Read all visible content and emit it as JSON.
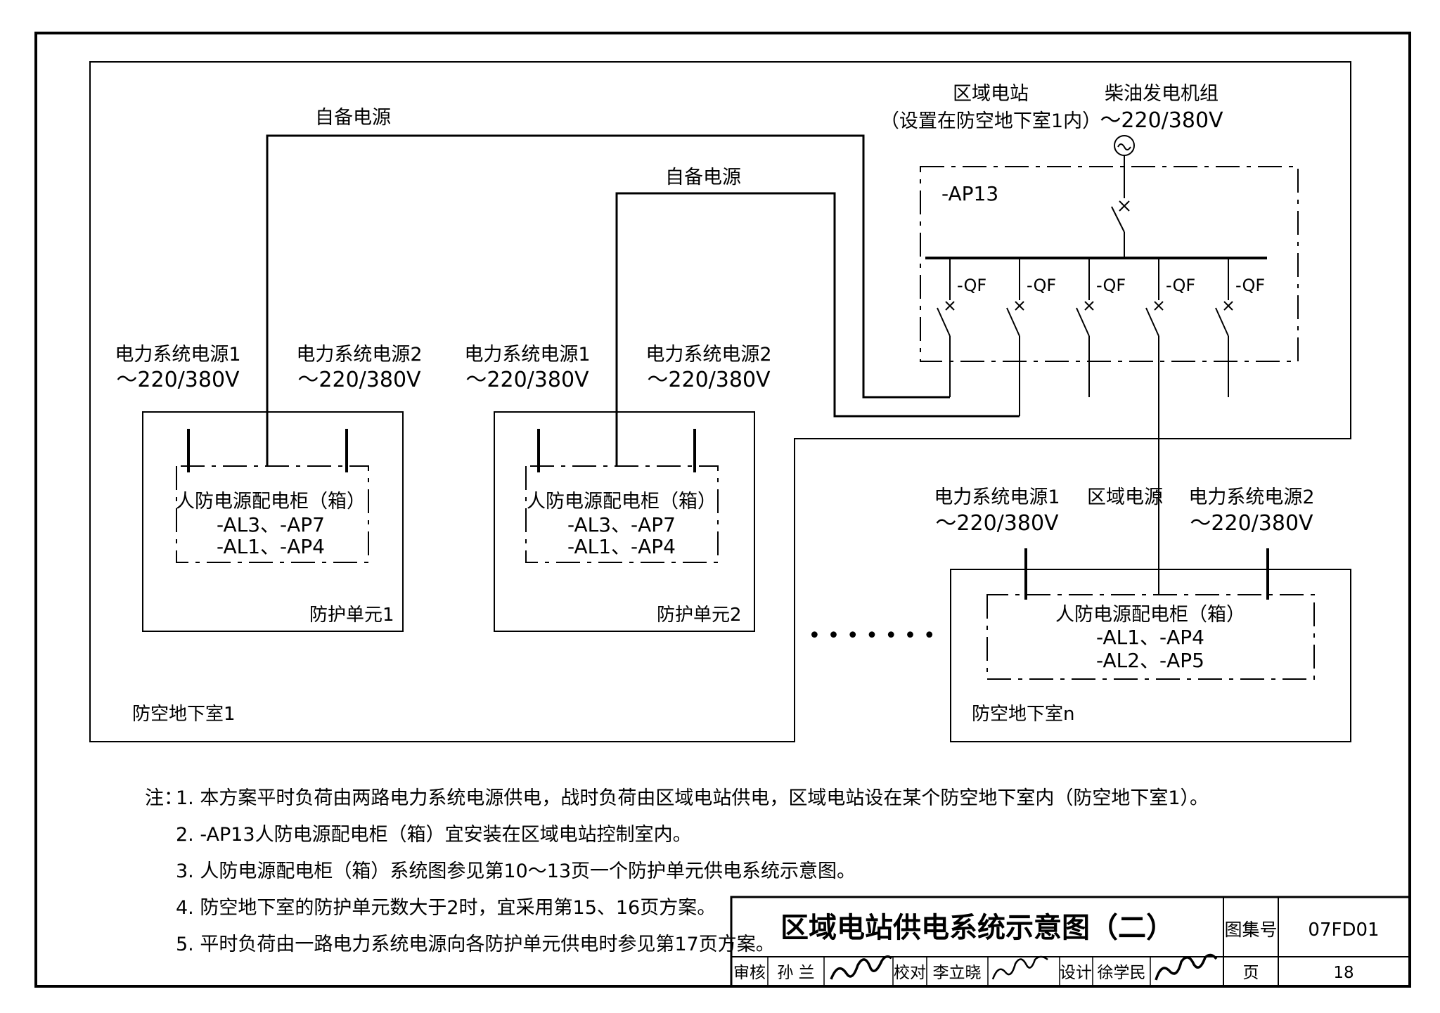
{
  "top": {
    "station_title": "区域电站",
    "station_location": "（设置在防空地下室1内）",
    "generator_title": "柴油发电机组",
    "generator_voltage": "～220/380V",
    "standby_1": "自备电源",
    "standby_2": "自备电源"
  },
  "ap13": {
    "label": "-AP13",
    "breakers": [
      "-QF",
      "-QF",
      "-QF",
      "-QF",
      "-QF"
    ]
  },
  "unit1": {
    "source1": "电力系统电源1",
    "source1_v": "～220/380V",
    "source2": "电力系统电源2",
    "source2_v": "～220/380V",
    "cabinet_title": "人防电源配电柜（箱）",
    "cabinet_line1": "-AL3、-AP7",
    "cabinet_line2": "-AL1、-AP4",
    "unit_label": "防护单元1"
  },
  "unit2": {
    "source1": "电力系统电源1",
    "source1_v": "～220/380V",
    "source2": "电力系统电源2",
    "source2_v": "～220/380V",
    "cabinet_title": "人防电源配电柜（箱）",
    "cabinet_line1": "-AL3、-AP7",
    "cabinet_line2": "-AL1、-AP4",
    "unit_label": "防护单元2"
  },
  "basement1_label": "防空地下室1",
  "ellipsis": "• • • • • • •",
  "basement_n": {
    "source1": "电力系统电源1",
    "source1_v": "～220/380V",
    "regional": "区域电源",
    "source2": "电力系统电源2",
    "source2_v": "～220/380V",
    "cabinet_title": "人防电源配电柜（箱）",
    "cabinet_line1": "-AL1、-AP4",
    "cabinet_line2": "-AL2、-AP5",
    "label": "防空地下室n"
  },
  "notes": {
    "prefix": "注：",
    "items": [
      "1. 本方案平时负荷由两路电力系统电源供电，战时负荷由区域电站供电，区域电站设在某个防空地下室内（防空地下室1）。",
      "2. -AP13人防电源配电柜（箱）宜安装在区域电站控制室内。",
      "3. 人防电源配电柜（箱）系统图参见第10～13页一个防护单元供电系统示意图。",
      "4. 防空地下室的防护单元数大于2时，宜采用第15、16页方案。",
      "5. 平时负荷由一路电力系统电源向各防护单元供电时参见第17页方案。"
    ]
  },
  "titleblock": {
    "title": "区域电站供电系统示意图（二）",
    "atlas_label": "图集号",
    "atlas_no": "07FD01",
    "review_label": "审核",
    "reviewer": "孙 兰",
    "check_label": "校对",
    "checker": "李立晓",
    "design_label": "设计",
    "designer": "徐学民",
    "page_label": "页",
    "page_no": "18"
  }
}
